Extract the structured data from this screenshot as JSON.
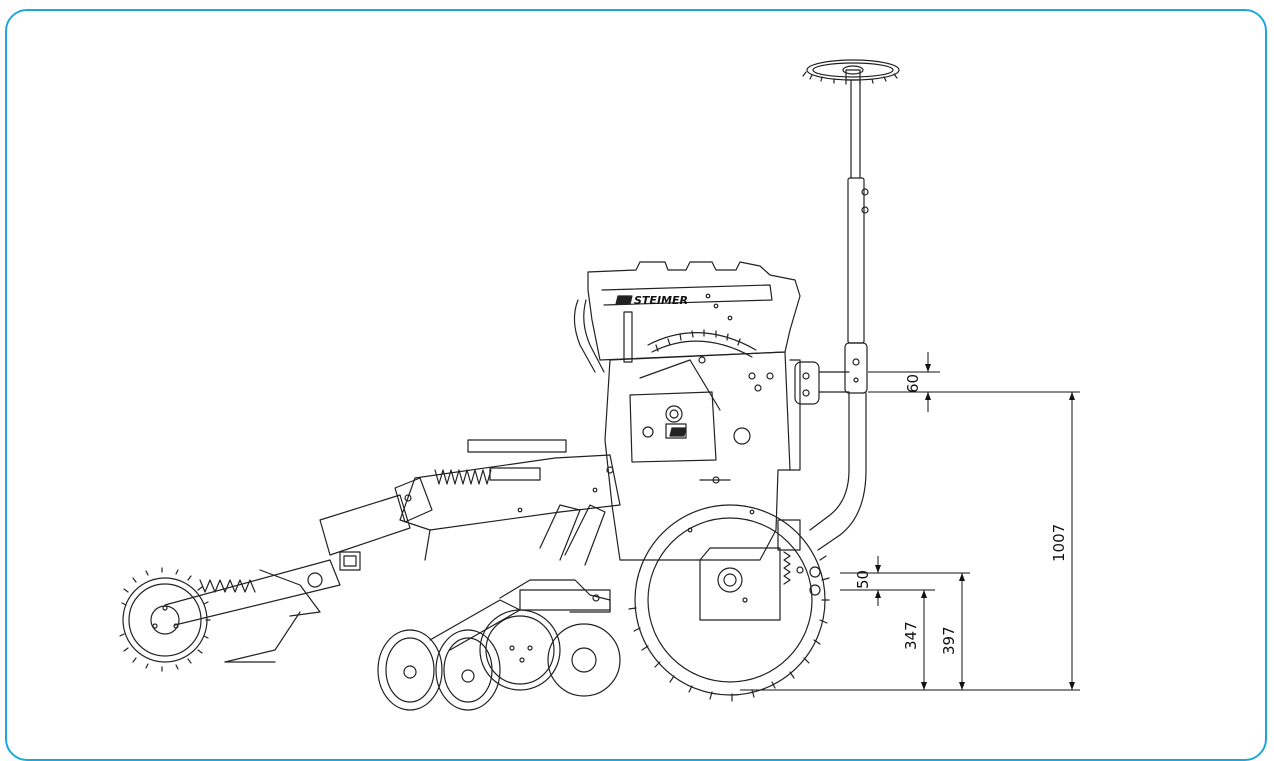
{
  "brand": {
    "name": "STEIMER"
  },
  "dimensions": [
    {
      "id": "hitch_step",
      "value": "60"
    },
    {
      "id": "overall_height",
      "value": "1007"
    },
    {
      "id": "axle_step",
      "value": "50"
    },
    {
      "id": "axle_height_low",
      "value": "347"
    },
    {
      "id": "axle_height_high",
      "value": "397"
    }
  ],
  "colors": {
    "frame": "#1ea7df",
    "line": "#222222"
  }
}
